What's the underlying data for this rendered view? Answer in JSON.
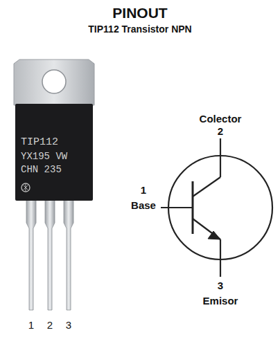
{
  "diagram": {
    "title": "PINOUT",
    "labels": [
      "TIP112 Transistor NPN",
      "TIP112",
      "YX195 VW",
      "CHN 235",
      "1",
      "2",
      "3",
      "Colector",
      "2",
      "1",
      "Base",
      "3",
      "Emisor"
    ]
  }
}
